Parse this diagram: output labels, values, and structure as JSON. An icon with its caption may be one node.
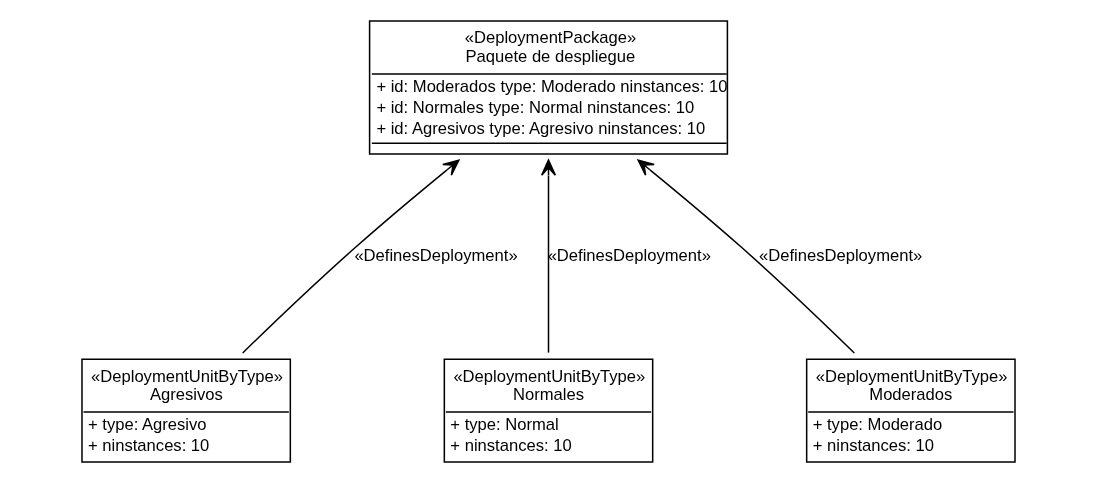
{
  "diagram": {
    "nodes": [
      {
        "text": [
          "«DeploymentPackage»",
          "Paquete de despliegue",
          "+ id: Moderados type: Moderado ninstances: 10",
          "+ id: Normales type: Normal ninstances: 10",
          "+ id: Agresivos type: Agresivo ninstances: 10"
        ]
      },
      {
        "text": [
          "«DeploymentUnitByType»",
          "Agresivos",
          "+ type: Agresivo",
          "+ ninstances: 10"
        ]
      },
      {
        "text": [
          "«DeploymentUnitByType»",
          "Normales",
          "+ type: Normal",
          "+ ninstances: 10"
        ]
      },
      {
        "text": [
          "«DeploymentUnitByType»",
          "Moderados",
          "+ type: Moderado",
          "+ ninstances: 10"
        ]
      }
    ],
    "edges": [
      {
        "from": 1,
        "to": 0,
        "arrow": "to",
        "label": "«DefinesDeployment»"
      },
      {
        "from": 2,
        "to": 0,
        "arrow": "to",
        "label": "«DefinesDeployment»"
      },
      {
        "from": 3,
        "to": 0,
        "arrow": "to",
        "label": "«DefinesDeployment»"
      }
    ]
  }
}
